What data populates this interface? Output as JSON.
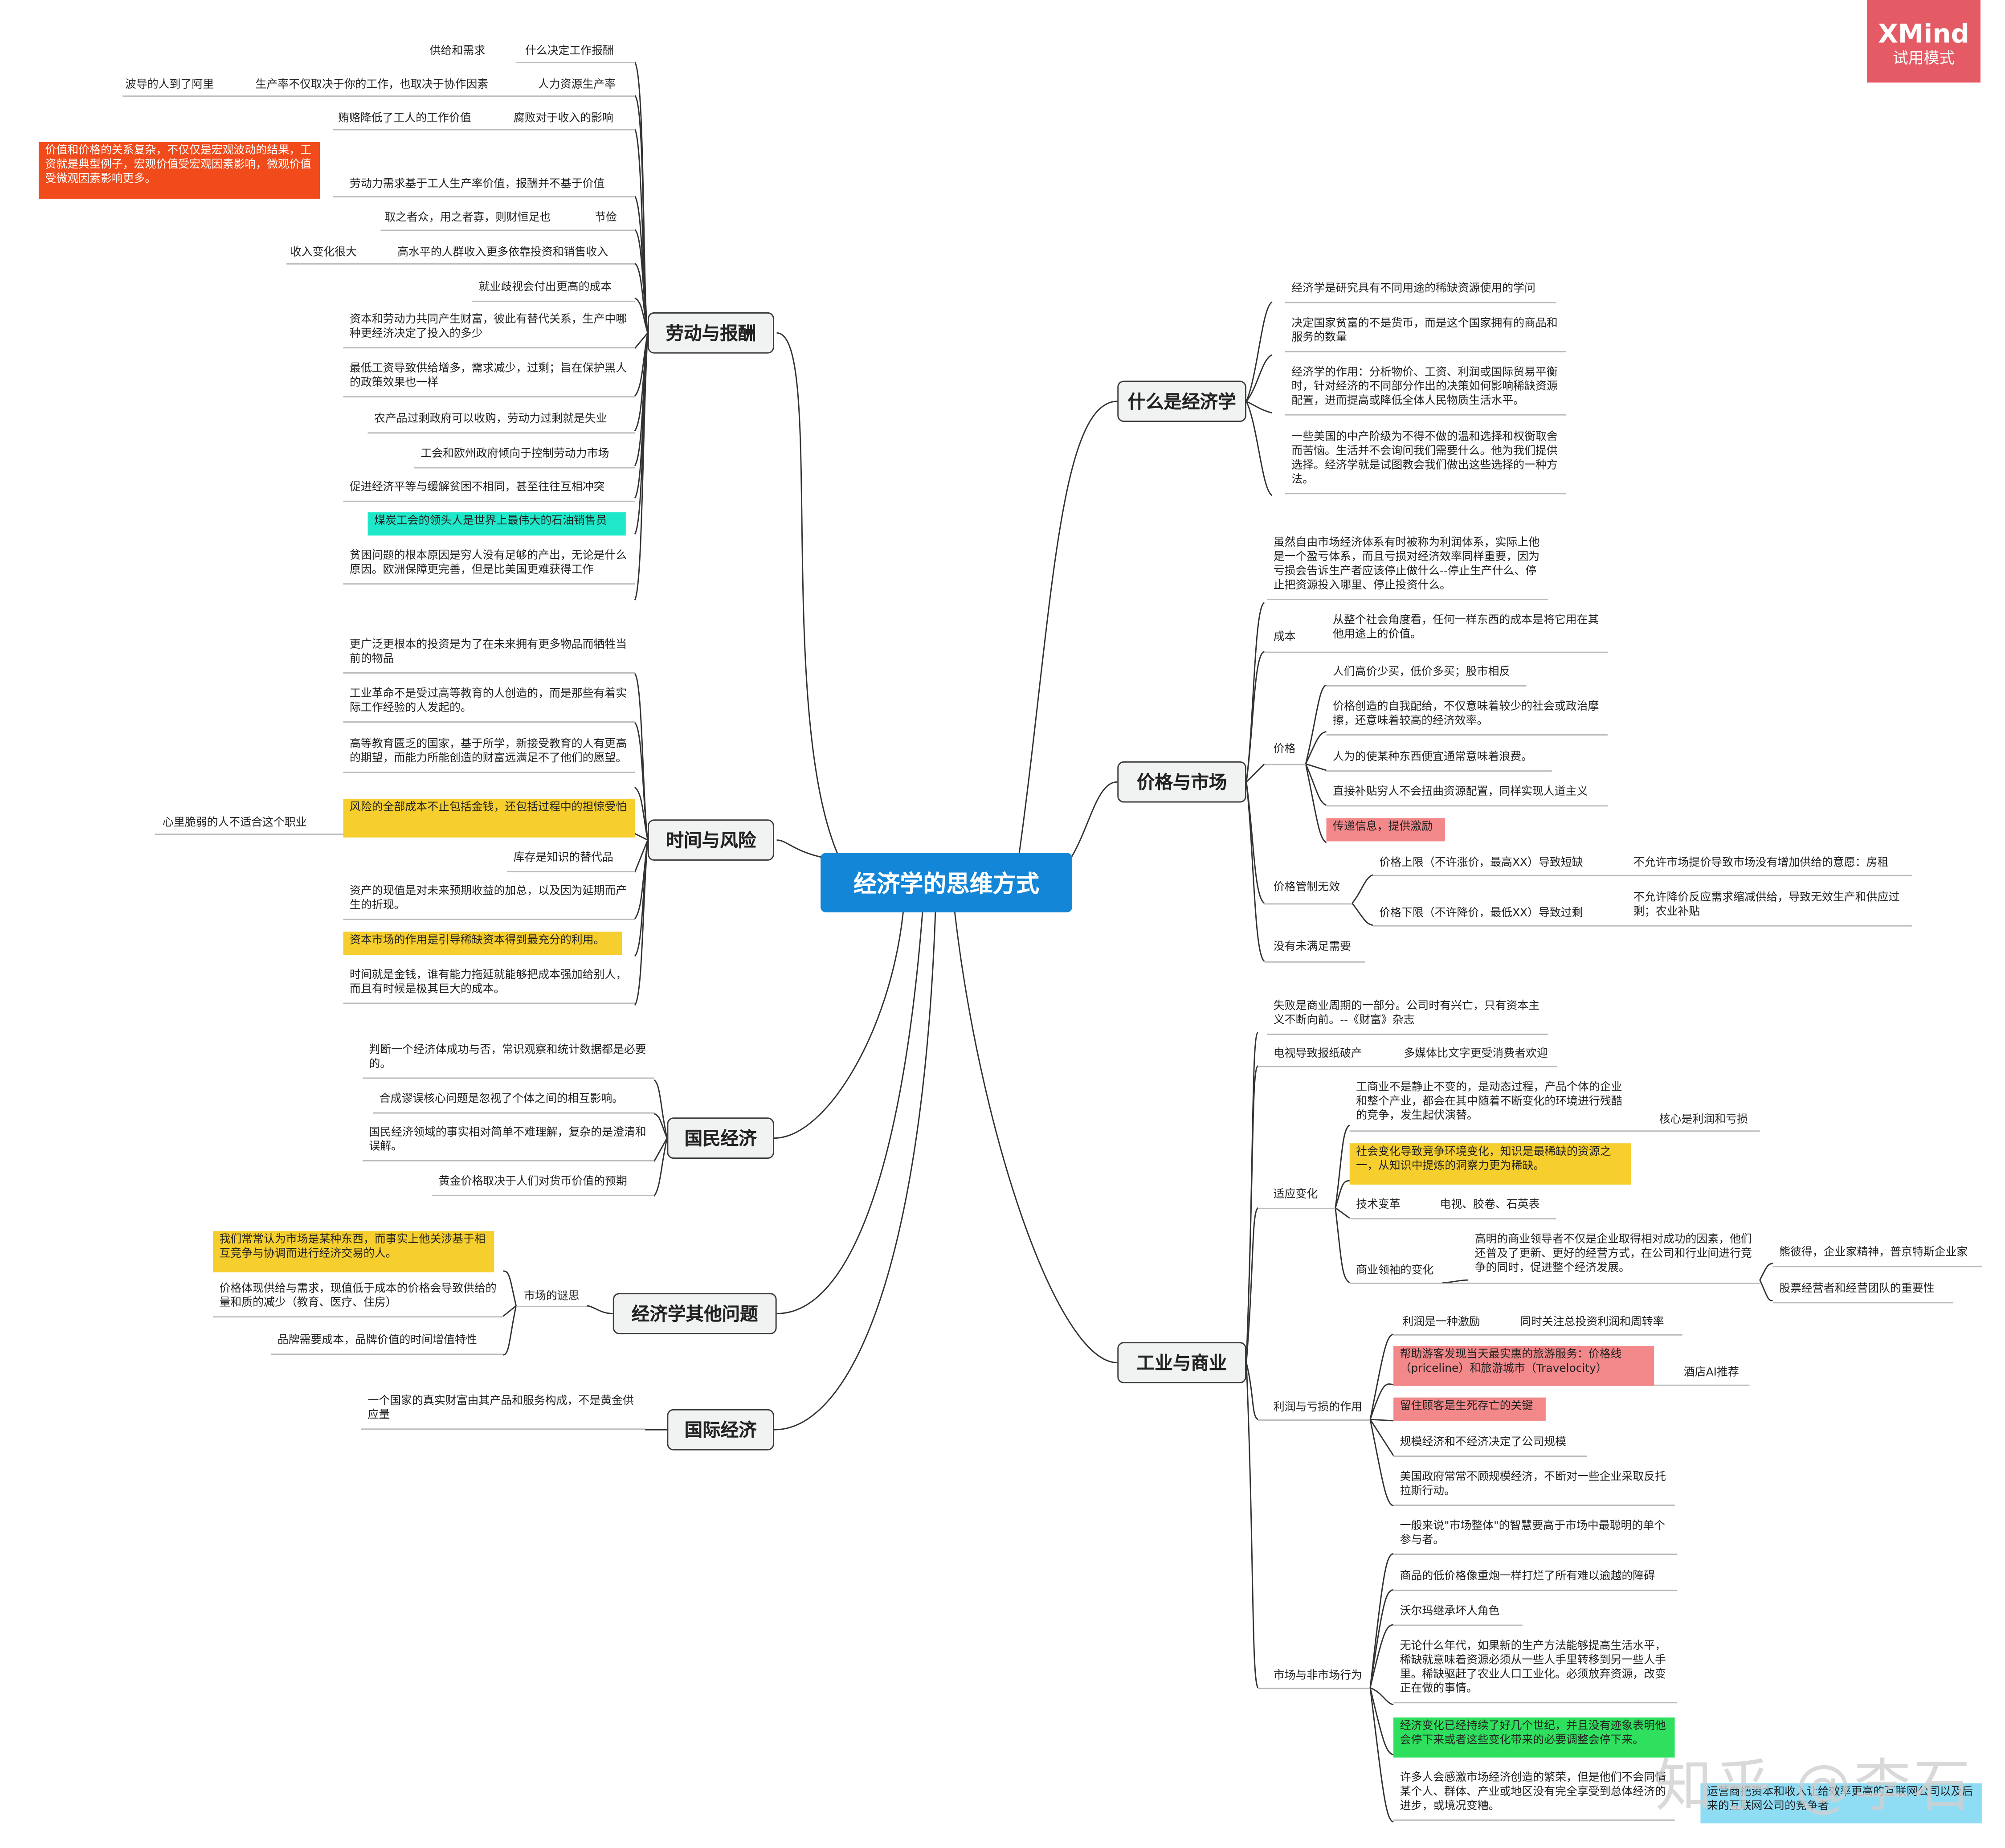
{
  "badge": {
    "title": "XMind",
    "subtitle": "试用模式"
  },
  "watermark": "知乎 @李石",
  "center": "经济学的思维方式",
  "branches": {
    "labor": "劳动与报酬",
    "time": "时间与风险",
    "national": "国民经济",
    "other": "经济学其他问题",
    "intl": "国际经济",
    "what": "什么是经济学",
    "price": "价格与市场",
    "industry": "工业与商业"
  },
  "labor": {
    "n1": "什么决定工作报酬",
    "n1a": "供给和需求",
    "n2": "人力资源生产率",
    "n2a": "生产率不仅取决于你的工作，也取决于协作因素",
    "n2b": "波导的人到了阿里",
    "n3": "腐败对于收入的影响",
    "n3a": "贿赂降低了工人的工作价值",
    "n4": "劳动力需求基于工人生产率价值，报酬并不基于价值",
    "n4a": "价值和价格的关系复杂，不仅仅是宏观波动的结果，工资就是典型例子，宏观价值受宏观因素影响，微观价值受微观因素影响更多。",
    "n5": "节俭",
    "n5a": "取之者众，用之者寡，则财恒足也",
    "n6": "高水平的人群收入更多依靠投资和销售收入",
    "n6a": "收入变化很大",
    "n7": "就业歧视会付出更高的成本",
    "n8": "资本和劳动力共同产生财富，彼此有替代关系，生产中哪种更经济决定了投入的多少",
    "n9": "最低工资导致供给增多，需求减少，过剩；旨在保护黑人的政策效果也一样",
    "n10": "农产品过剩政府可以收购，劳动力过剩就是失业",
    "n11": "工会和欧州政府倾向于控制劳动力市场",
    "n12": "促进经济平等与缓解贫困不相同，甚至往往互相冲突",
    "n13": "煤炭工会的领头人是世界上最伟大的石油销售员",
    "n14": "贫困问题的根本原因是穷人没有足够的产出，无论是什么原因。欧洲保障更完善，但是比美国更难获得工作"
  },
  "time": {
    "n1": "更广泛更根本的投资是为了在未来拥有更多物品而牺牲当前的物品",
    "n2": "工业革命不是受过高等教育的人创造的，而是那些有着实际工作经验的人发起的。",
    "n3": "高等教育匮乏的国家，基于所学，新接受教育的人有更高的期望，而能力所能创造的财富远满足不了他们的愿望。",
    "n4": "风险的全部成本不止包括金钱，还包括过程中的担惊受怕",
    "n4a": "心里脆弱的人不适合这个职业",
    "n5": "库存是知识的替代品",
    "n6": "资产的现值是对未来预期收益的加总，以及因为延期而产生的折现。",
    "n7": "资本市场的作用是引导稀缺资本得到最充分的利用。",
    "n8": "时间就是金钱，谁有能力拖延就能够把成本强加给别人，而且有时候是极其巨大的成本。"
  },
  "national": {
    "n1": "判断一个经济体成功与否，常识观察和统计数据都是必要的。",
    "n2": "合成谬误核心问题是忽视了个体之间的相互影响。",
    "n3": "国民经济领域的事实相对简单不难理解，复杂的是澄清和误解。",
    "n4": "黄金价格取决于人们对货币价值的预期"
  },
  "other": {
    "sub": "市场的谜思",
    "n1": "我们常常认为市场是某种东西，而事实上他关涉基于相互竞争与协调而进行经济交易的人。",
    "n2": "价格体现供给与需求，现值低于成本的价格会导致供给的量和质的减少（教育、医疗、住房）",
    "n3": "品牌需要成本，品牌价值的时间增值特性"
  },
  "intl": {
    "n1": "一个国家的真实财富由其产品和服务构成，不是黄金供应量"
  },
  "what": {
    "n1": "经济学是研究具有不同用途的稀缺资源使用的学问",
    "n2": "决定国家贫富的不是货币，而是这个国家拥有的商品和服务的数量",
    "n3": "经济学的作用：分析物价、工资、利润或国际贸易平衡时，针对经济的不同部分作出的决策如何影响稀缺资源配置，进而提高或降低全体人民物质生活水平。",
    "n4": "一些美国的中产阶级为不得不做的温和选择和权衡取舍而苦恼。生活并不会询问我们需要什么。他为我们提供选择。经济学就是试图教会我们做出这些选择的一种方法。"
  },
  "price": {
    "n0": "虽然自由市场经济体系有时被称为利润体系，实际上他是一个盈亏体系，而且亏损对经济效率同样重要，因为亏损会告诉生产者应该停止做什么--停止生产什么、停止把资源投入哪里、停止投资什么。",
    "cost": "成本",
    "cost_a": "从整个社会角度看，任何一样东西的成本是将它用在其他用途上的价值。",
    "price": "价格",
    "p1": "人们高价少买，低价多买；股市相反",
    "p2": "价格创造的自我配给，不仅意味着较少的社会或政治摩擦，还意味着较高的经济效率。",
    "p3": "人为的使某种东西便宜通常意味着浪费。",
    "p4": "直接补贴穷人不会扭曲资源配置，同样实现人道主义",
    "p5": "传递信息，提供激励",
    "control": "价格管制无效",
    "c1": "价格上限（不许涨价，最高XX）导致短缺",
    "c1a": "不允许市场提价导致市场没有增加供给的意愿：房租",
    "c2": "价格下限（不许降价，最低XX）导致过剩",
    "c2a": "不允许降价反应需求缩减供给，导致无效生产和供应过剩；农业补贴",
    "unmet": "没有未满足需要"
  },
  "industry": {
    "n0": "失败是商业周期的一部分。公司时有兴亡，只有资本主义不断向前。--《财富》杂志",
    "tv": "电视导致报纸破产",
    "tv_a": "多媒体比文字更受消费者欢迎",
    "adapt": "适应变化",
    "a1": "工商业不是静止不变的，是动态过程，产品个体的企业和整个产业，都会在其中随着不断变化的环境进行残酷的竞争，发生起伏演替。",
    "a1a": "核心是利润和亏损",
    "a2": "社会变化导致竞争环境变化，知识是最稀缺的资源之一，从知识中提炼的洞察力更为稀缺。",
    "a3": "技术变革",
    "a3a": "电视、胶卷、石英表",
    "a4": "商业领袖的变化",
    "a4a": "高明的商业领导者不仅是企业取得相对成功的因素，他们还普及了更新、更好的经营方式，在公司和行业间进行竞争的同时，促进整个经济发展。",
    "a4b": "熊彼得，企业家精神，普京特斯企业家",
    "a4c": "股票经营者和经营团队的重要性",
    "profit": "利润与亏损的作用",
    "f1": "利润是一种激励",
    "f1a": "同时关注总投资利润和周转率",
    "f2": "帮助游客发现当天最实惠的旅游服务：价格线（priceline）和旅游城市（Travelocity）",
    "f2a": "酒店AI推荐",
    "f3": "留住顾客是生死存亡的关键",
    "f4": "规模经济和不经济决定了公司规模",
    "f5": "美国政府常常不顾规模经济，不断对一些企业采取反托拉斯行动。",
    "market": "市场与非市场行为",
    "m1": "一般来说\"市场整体\"的智慧要高于市场中最聪明的单个参与者。",
    "m2": "商品的低价格像重炮一样打烂了所有难以逾越的障碍",
    "m3": "沃尔玛继承坏人角色",
    "m4": "无论什么年代，如果新的生产方法能够提高生活水平，稀缺就意味着资源必须从一些人手里转移到另一些人手里。稀缺驱赶了农业人口工业化。必须放弃资源，改变正在做的事情。",
    "m5": "经济变化已经持续了好几个世纪，并且没有迹象表明他会停下来或者这些变化带来的必要调整会停下来。",
    "m6": "许多人会感激市场经济创造的繁荣，但是他们不会同情某个人、群体、产业或地区没有完全享受到总体经济的进步，或境况变糟。",
    "m6a": "运营商把资本和收入让给效率更高的互联网公司以及后来的互联网公司的竞争者"
  },
  "colors": {
    "center": "#1486d8",
    "badge": "#e55b65",
    "red": "#f14b1b",
    "cyan": "#1ee8c9",
    "yellow": "#f6cf2f",
    "pink": "#f3888a",
    "green": "#2ee05d",
    "blue": "#8fdcf5"
  }
}
